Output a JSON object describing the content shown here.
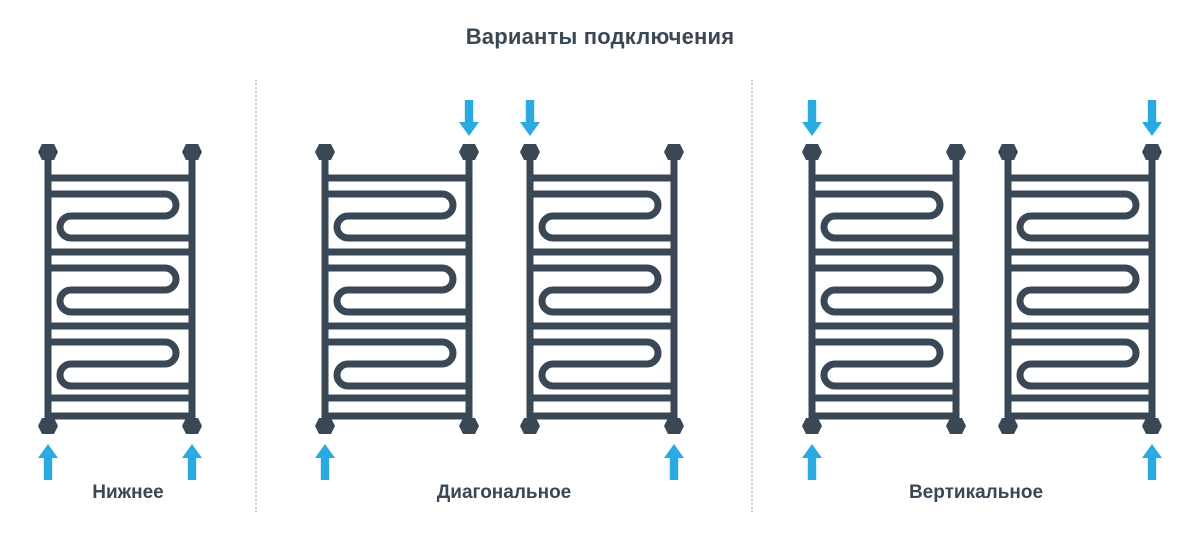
{
  "title": "Варианты подключения",
  "colors": {
    "line": "#3A4754",
    "arrow": "#29ABE2",
    "divider": "#CDD1D5",
    "background": "#FFFFFF"
  },
  "sections": [
    {
      "label": "Нижнее",
      "radiators": [
        {
          "arrows": {
            "top_left": "",
            "top_right": "",
            "bottom_left": "up",
            "bottom_right": "up"
          }
        }
      ]
    },
    {
      "label": "Диагональное",
      "radiators": [
        {
          "arrows": {
            "top_left": "",
            "top_right": "down",
            "bottom_left": "up",
            "bottom_right": ""
          }
        },
        {
          "arrows": {
            "top_left": "down",
            "top_right": "",
            "bottom_left": "",
            "bottom_right": "up"
          }
        }
      ]
    },
    {
      "label": "Вертикальное",
      "radiators": [
        {
          "arrows": {
            "top_left": "down",
            "top_right": "",
            "bottom_left": "up",
            "bottom_right": ""
          }
        },
        {
          "arrows": {
            "top_left": "",
            "top_right": "down",
            "bottom_left": "",
            "bottom_right": "up"
          }
        }
      ]
    }
  ]
}
